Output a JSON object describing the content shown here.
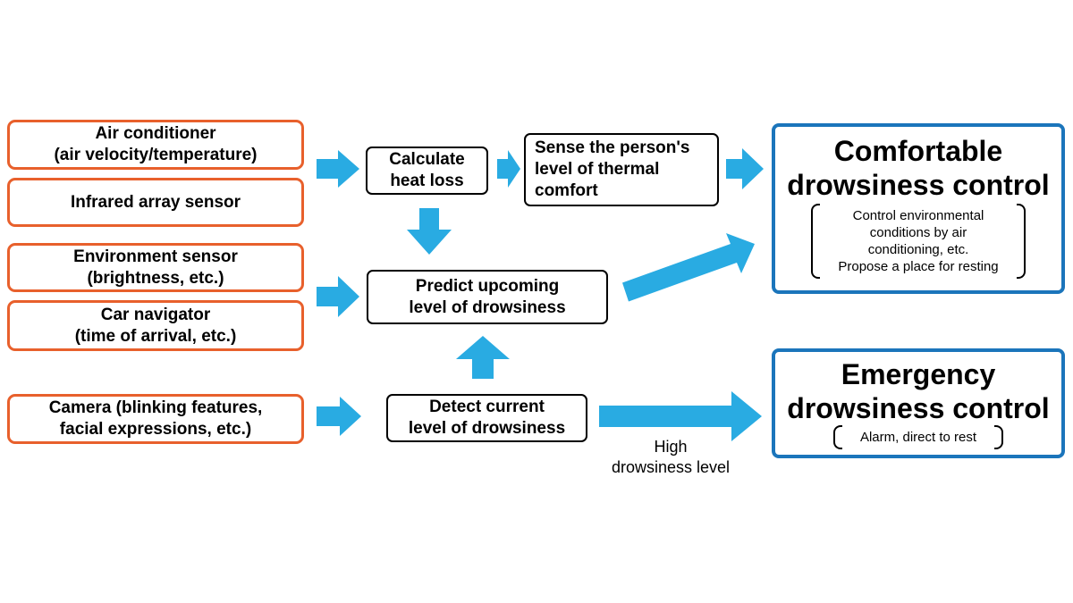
{
  "inputs": [
    {
      "id": "air",
      "lines": [
        "Air conditioner",
        "(air velocity/temperature)"
      ]
    },
    {
      "id": "infrared",
      "lines": [
        "Infrared array sensor"
      ]
    },
    {
      "id": "env",
      "lines": [
        "Environment sensor",
        "(brightness, etc.)"
      ]
    },
    {
      "id": "nav",
      "lines": [
        "Car navigator",
        "(time of arrival, etc.)"
      ]
    },
    {
      "id": "camera",
      "lines": [
        "Camera (blinking features,",
        "facial expressions, etc.)"
      ]
    }
  ],
  "process": {
    "heat_loss": [
      "Calculate",
      "heat loss"
    ],
    "thermal": [
      "Sense the person's",
      "level of thermal",
      "comfort"
    ],
    "predict": [
      "Predict upcoming",
      "level of drowsiness"
    ],
    "detect": [
      "Detect current",
      "level of drowsiness"
    ]
  },
  "outputs": {
    "comfortable": {
      "title": [
        "Comfortable",
        "drowsiness control"
      ],
      "detail": [
        "Control environmental",
        "conditions by air",
        "conditioning, etc.",
        "Propose a place for resting"
      ]
    },
    "emergency": {
      "title": [
        "Emergency",
        "drowsiness control"
      ],
      "detail": [
        "Alarm, direct to rest"
      ]
    }
  },
  "notes": {
    "high_level": [
      "High",
      "drowsiness level"
    ]
  },
  "colors": {
    "input_border": "#e8602c",
    "output_border": "#1b75bb",
    "arrow": "#29abe2"
  }
}
